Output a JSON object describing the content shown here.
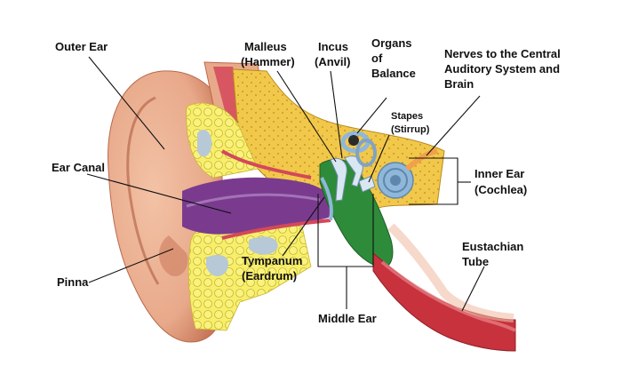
{
  "labels": {
    "outer_ear": "Outer Ear",
    "malleus": [
      "Malleus",
      "(Hammer)"
    ],
    "incus": [
      "Incus",
      "(Anvil)"
    ],
    "organs": [
      "Organs",
      "of",
      "Balance"
    ],
    "nerves": [
      "Nerves to the Central",
      "Auditory System and",
      "Brain"
    ],
    "stapes": [
      "Stapes",
      "(Stirrup)"
    ],
    "ear_canal": "Ear Canal",
    "inner_ear": [
      "Inner Ear",
      "(Cochlea)"
    ],
    "eustachian": [
      "Eustachian",
      "Tube"
    ],
    "pinna": "Pinna",
    "tympanum": [
      "Tympanum",
      "(Eardrum)"
    ],
    "middle_ear": "Middle Ear"
  },
  "colors": {
    "skin": "#e8a98a",
    "skin_shade": "#c9785a",
    "bone": "#f2c84b",
    "fat": "#f7ef6a",
    "cavity": "#b7c9d6",
    "canal": "#7a3b8f",
    "muscle": "#d4485a",
    "middle_ear": "#2e8b3a",
    "cochlea": "#8fb7d9",
    "tube": "#c8323c"
  }
}
